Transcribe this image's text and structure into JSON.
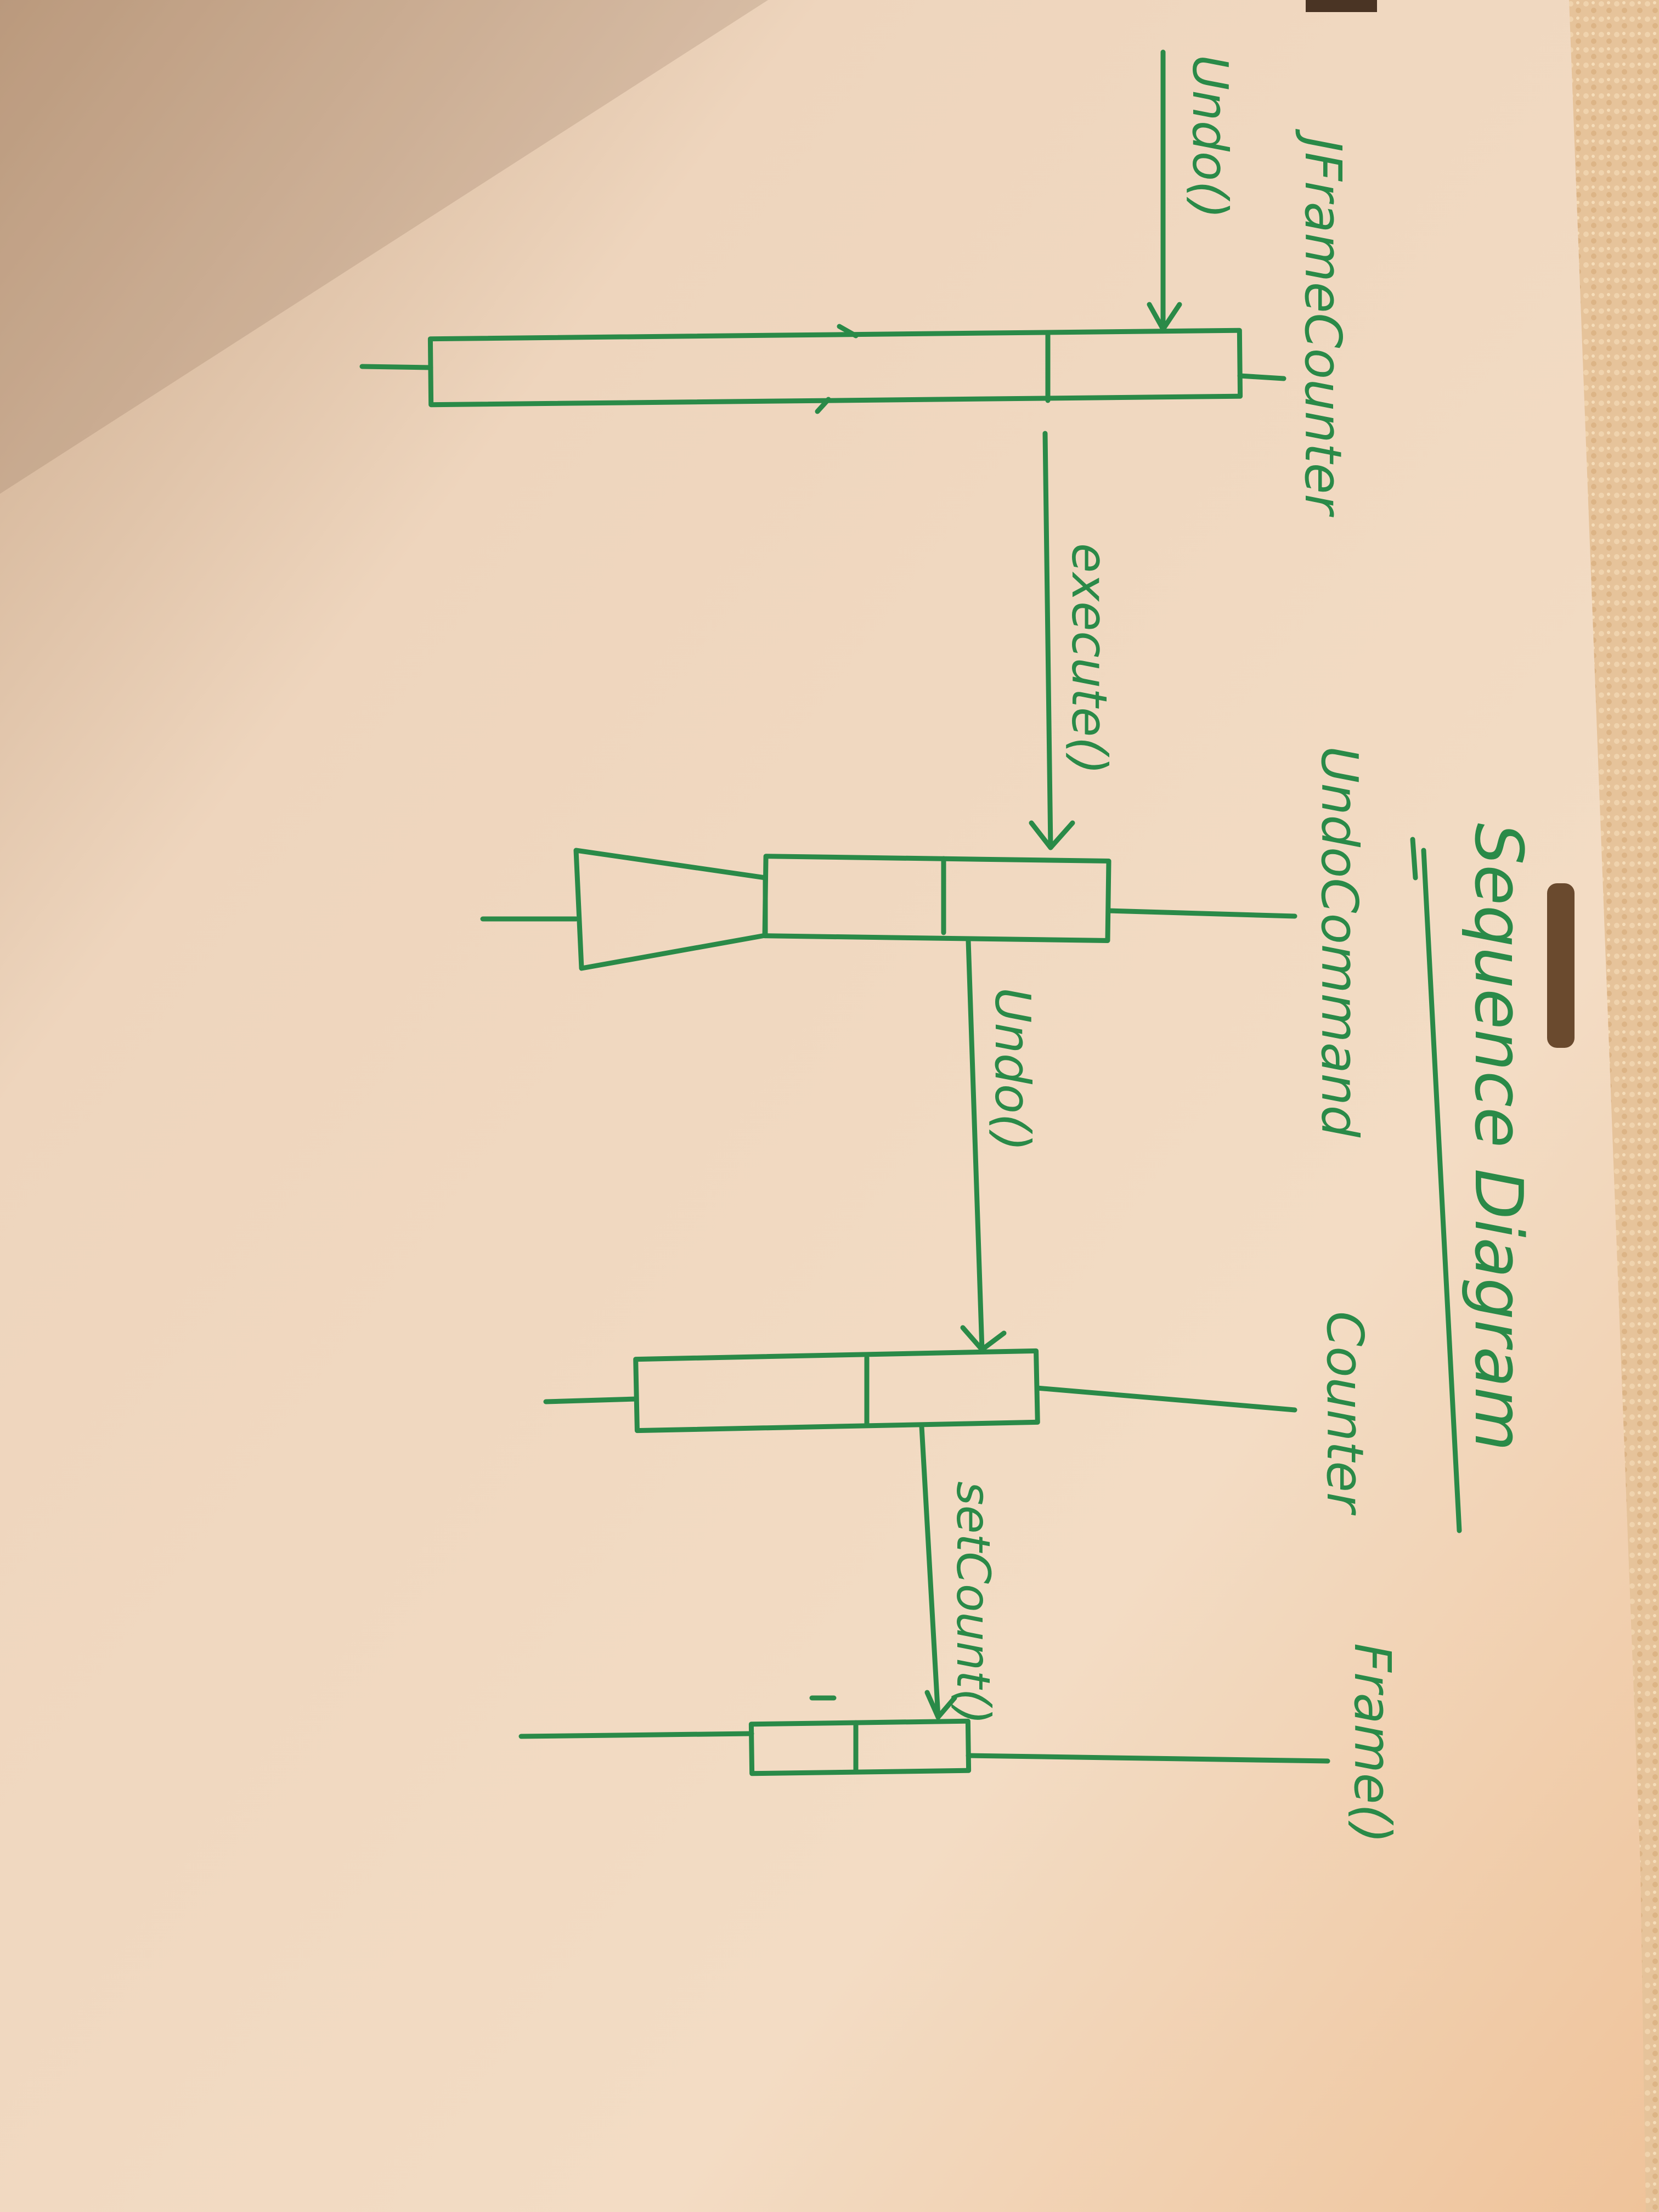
{
  "diagram": {
    "title": "Sequence Diagram",
    "lifelines": [
      {
        "id": "jframe",
        "label": "JFrameCounter"
      },
      {
        "id": "undocmd",
        "label": "UndoCommand"
      },
      {
        "id": "counter",
        "label": "Counter"
      },
      {
        "id": "frame",
        "label": "Frame()"
      }
    ],
    "messages": [
      {
        "label": "Undo()",
        "from": "external",
        "to": "jframe"
      },
      {
        "label": "execute()",
        "from": "jframe",
        "to": "undocmd"
      },
      {
        "label": "Undo()",
        "from": "undocmd",
        "to": "counter"
      },
      {
        "label": "setCount()",
        "from": "counter",
        "to": "frame"
      }
    ]
  },
  "colors": {
    "ink": "#2a8a48",
    "paper": "#f3dcc4",
    "paper_shadow": "#d9b896",
    "background": "#efc79a",
    "carpet": "#e8c9a0"
  }
}
